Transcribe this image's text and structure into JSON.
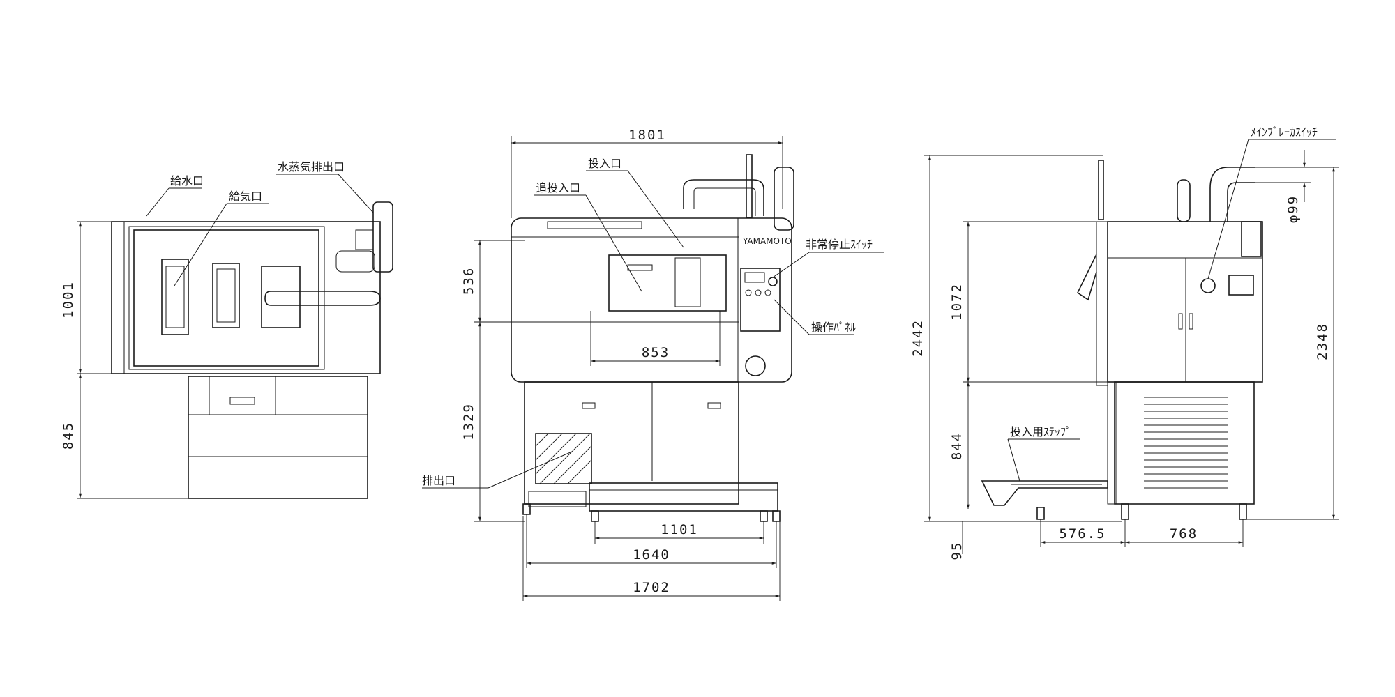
{
  "views": {
    "top": {
      "labels": {
        "water_supply": "給水口",
        "air_supply": "給気口",
        "steam_exhaust": "水蒸気排出口"
      },
      "dims": {
        "depth": "1001",
        "step_depth": "845"
      }
    },
    "front": {
      "labels": {
        "loading_port": "投入口",
        "additional_port": "追投入口",
        "emergency_stop": "非常停止ｽｲｯﾁ",
        "control_panel": "操作ﾊﾟﾈﾙ",
        "discharge_port": "排出口",
        "brand": "YAMAMOTO"
      },
      "dims": {
        "overall_width": "1801",
        "upper_height": "536",
        "lower_height": "1329",
        "port_width": "853",
        "step_width": "1101",
        "base_width": "1640",
        "foot_width": "1702"
      }
    },
    "side": {
      "labels": {
        "main_breaker": "ﾒｲﾝﾌﾞﾚｰｶｽｲｯﾁ",
        "loading_step": "投入用ｽﾃｯﾌﾟ"
      },
      "dims": {
        "total_height": "2442",
        "upper_height": "1072",
        "lower_height": "844",
        "foot_height": "95",
        "step_offset": "576.5",
        "unit_depth": "768",
        "duct_height": "2348",
        "duct_diameter": "φ99"
      }
    }
  }
}
